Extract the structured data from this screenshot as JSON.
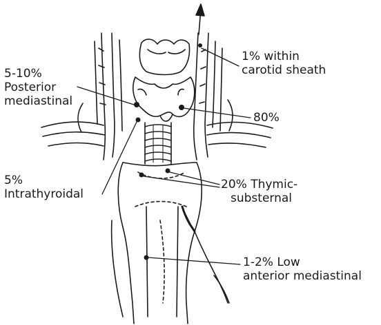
{
  "labels": {
    "carotid": {
      "line1": "1% within",
      "line2": "carotid sheath"
    },
    "posterior": {
      "line1": "5-10%",
      "line2": "Posterior",
      "line3": "mediastinal"
    },
    "eighty": {
      "text": "80%"
    },
    "intrathyroidal": {
      "line1": "5%",
      "line2": "Intrathyroidal"
    },
    "thymic": {
      "line1": "20% Thymic-",
      "line2": "substernal"
    },
    "low_anterior": {
      "line1": "1-2% Low",
      "line2": "anterior mediastinal"
    }
  },
  "style": {
    "ink": "#1a1a1a",
    "paper": "#ffffff"
  }
}
